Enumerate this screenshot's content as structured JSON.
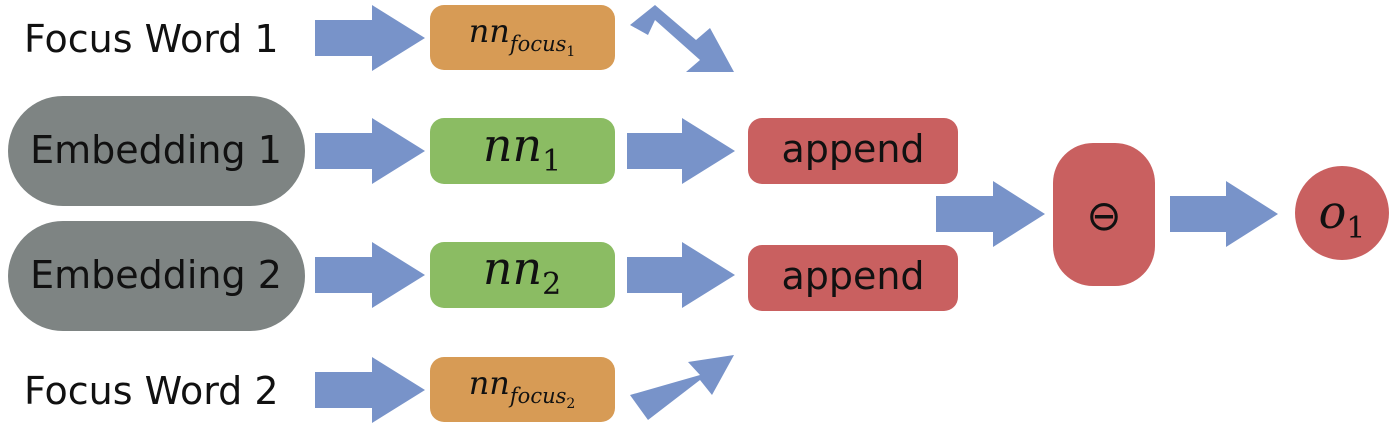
{
  "labels": {
    "focus_word_1": "Focus Word 1",
    "focus_word_2": "Focus Word 2",
    "embedding_1": "Embedding 1",
    "embedding_2": "Embedding 2",
    "append_1": "append",
    "append_2": "append",
    "subtract_symbol": "⊖"
  },
  "math": {
    "nn_focus_1": {
      "base": "nn",
      "sub": "focus",
      "subsub": "1"
    },
    "nn_focus_2": {
      "base": "nn",
      "sub": "focus",
      "subsub": "2"
    },
    "nn_1": {
      "base": "nn",
      "sub": "1"
    },
    "nn_2": {
      "base": "nn",
      "sub": "2"
    },
    "output_1": {
      "base": "o",
      "sub": "1"
    }
  },
  "colors": {
    "embedding": "#7e8483",
    "focus_nn": "#d79b55",
    "nn": "#8bbc63",
    "red_node": "#c96060",
    "arrow": "#7893c9",
    "text": "#111111"
  }
}
